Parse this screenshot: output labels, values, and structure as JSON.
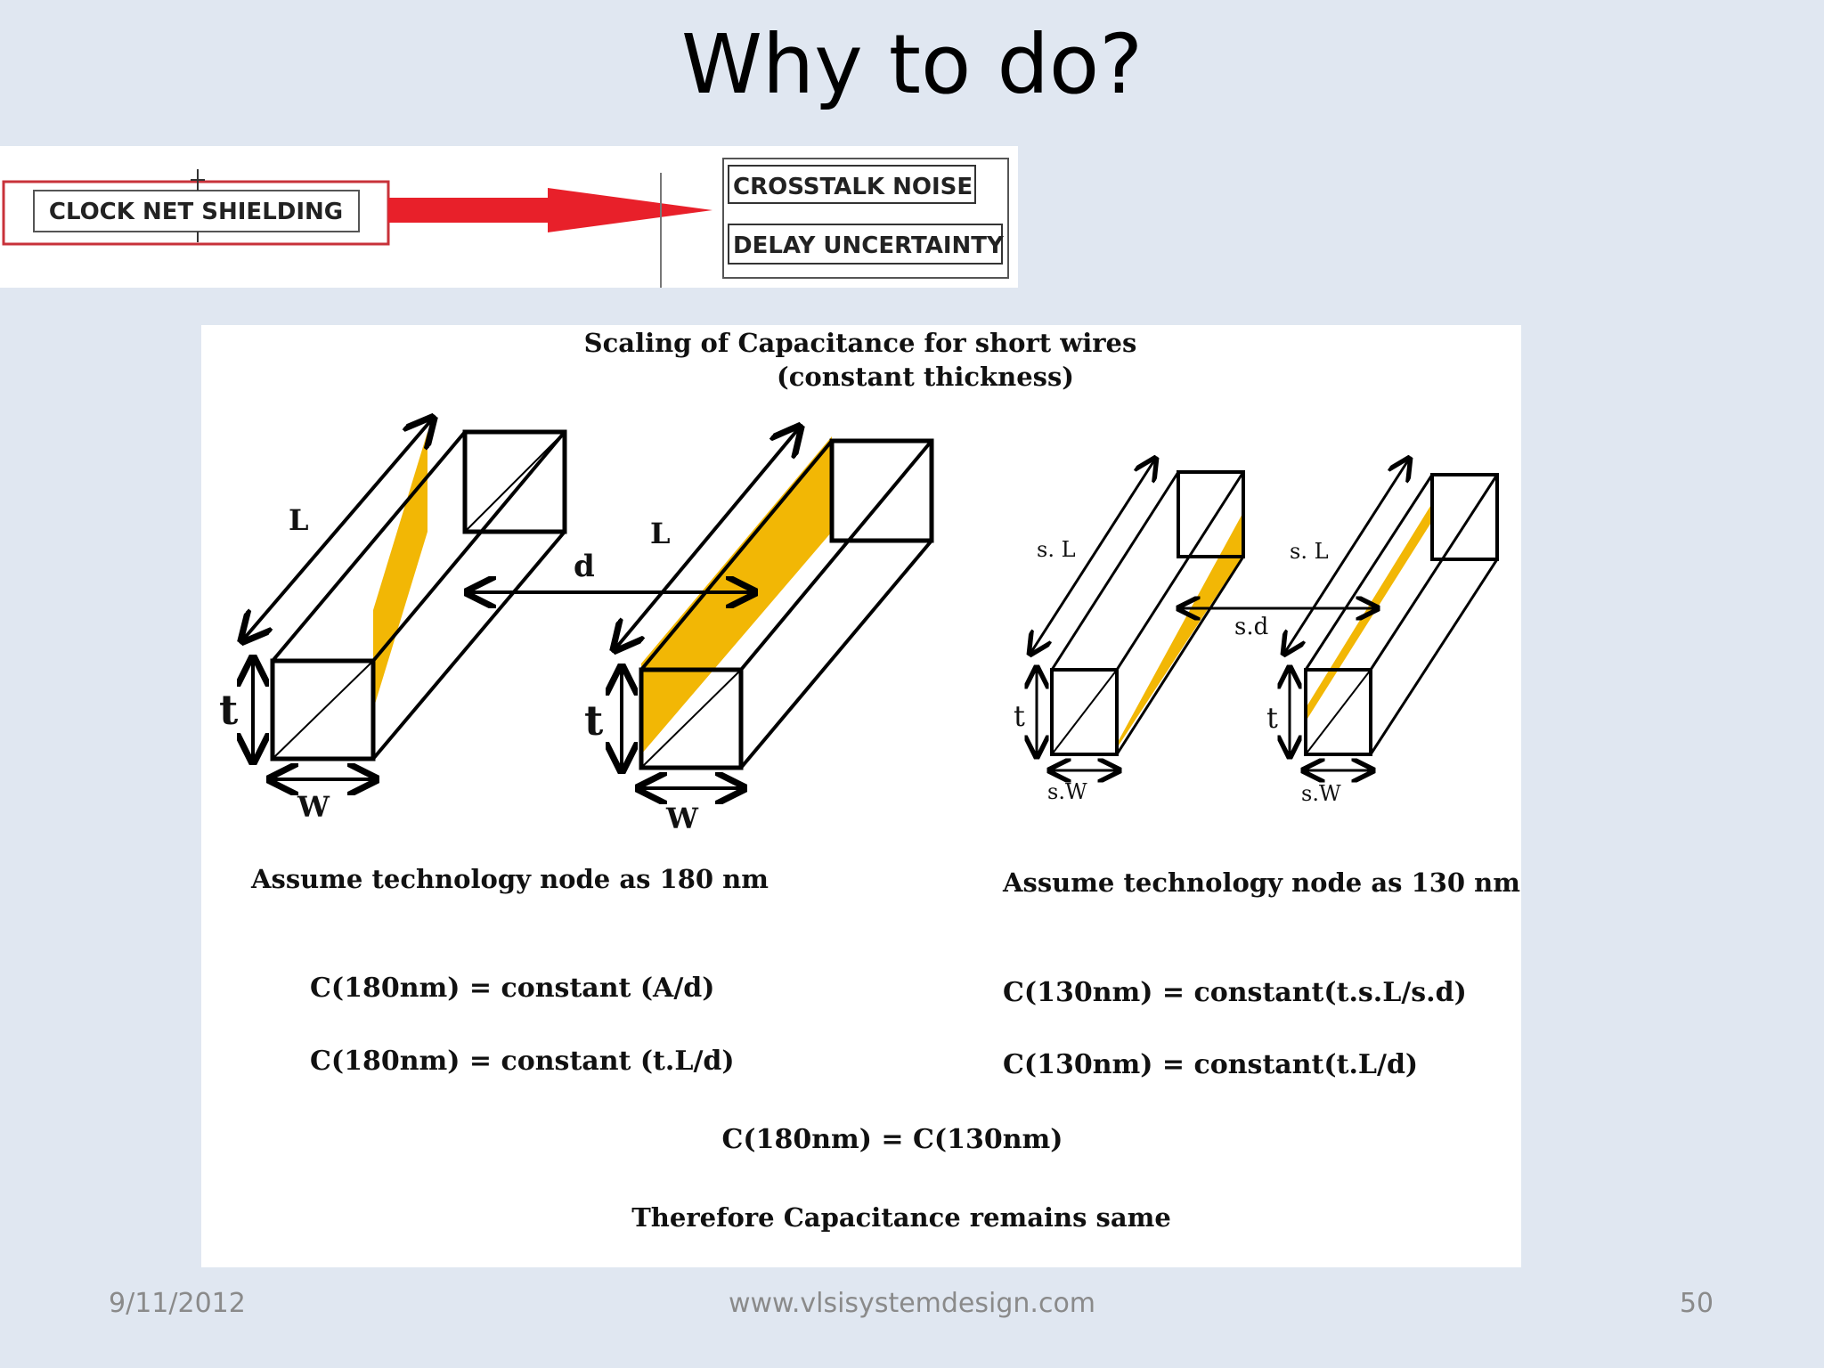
{
  "slide": {
    "title": "Why to do?",
    "footer": {
      "date": "9/11/2012",
      "website": "www.vlsisystemdesign.com",
      "page_number": "50"
    }
  },
  "banner": {
    "source_label": "CLOCK NET SHIELDING",
    "targets": [
      "CROSSTALK NOISE",
      "DELAY UNCERTAINTY"
    ]
  },
  "figure": {
    "title_line1": "Scaling of Capacitance for short wires",
    "title_line2": "(constant thickness)",
    "left": {
      "labels": {
        "length": "L",
        "length2": "L",
        "distance": "d",
        "thickness": "t",
        "thickness2": "t",
        "width": "W",
        "width2": "W"
      },
      "caption": "Assume technology node as 180 nm",
      "eq1": "C(180nm) = constant (A/d)",
      "eq2": "C(180nm) = constant (t.L/d)"
    },
    "right": {
      "labels": {
        "length": "s. L",
        "length2": "s. L",
        "distance": "s.d",
        "thickness": "t",
        "thickness2": "t",
        "width": "s.W",
        "width2": "s.W"
      },
      "caption": "Assume technology node as 130 nm",
      "eq1": "C(130nm) = constant(t.s.L/s.d)",
      "eq2": "C(130nm) = constant(t.L/d)"
    },
    "result": "C(180nm) = C(130nm)",
    "conclusion": "Therefore Capacitance remains same"
  },
  "colors": {
    "slide_background": "#e0e7f1",
    "arrow_red": "#e8202a",
    "banner_border": "#c8323a",
    "capacitance_fill": "#f2b705"
  }
}
